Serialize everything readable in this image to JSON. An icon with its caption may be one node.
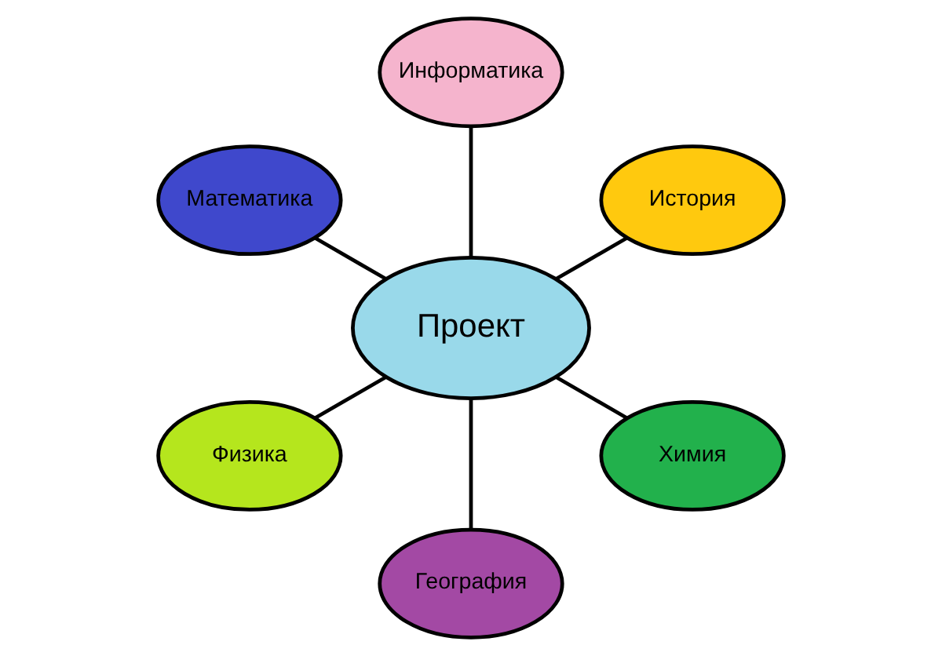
{
  "diagram": {
    "nodes": [
      {
        "text": [
          "Информатика"
        ]
      },
      {
        "text": [
          "Математика"
        ]
      },
      {
        "text": [
          "История"
        ]
      },
      {
        "text": [
          "Проект"
        ]
      },
      {
        "text": [
          "Физика"
        ]
      },
      {
        "text": [
          "Химия"
        ]
      },
      {
        "text": [
          "География"
        ]
      }
    ],
    "edges": [
      {
        "from": 3,
        "to": 2,
        "arrow": "none"
      },
      {
        "from": 3,
        "to": 0,
        "arrow": "none"
      },
      {
        "from": 3,
        "to": 1,
        "arrow": "none"
      },
      {
        "from": 3,
        "to": 4,
        "arrow": "none"
      },
      {
        "from": 3,
        "to": 6,
        "arrow": "none"
      },
      {
        "from": 3,
        "to": 5,
        "arrow": "none"
      }
    ]
  }
}
